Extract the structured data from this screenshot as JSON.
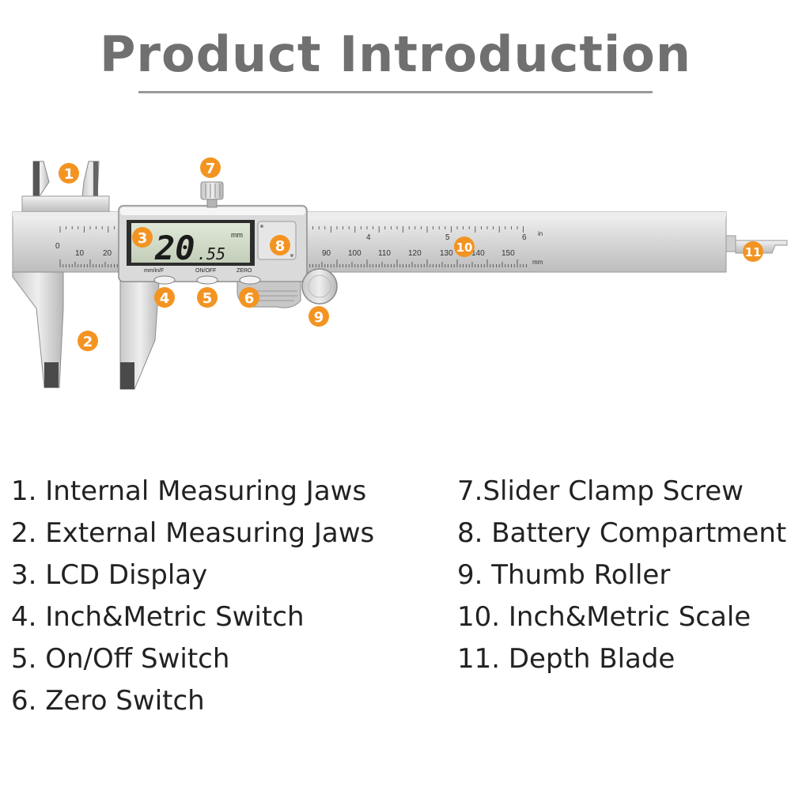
{
  "title": "Product Introduction",
  "accent_color": "#f39422",
  "caliper": {
    "lcd_reading": "20",
    "lcd_reading_decimals": ".55",
    "lcd_unit": "mm",
    "buttons": [
      "mm/in/F",
      "ON/OFF",
      "ZERO"
    ],
    "main_scale_mm": [
      "10",
      "20",
      "90",
      "100",
      "110",
      "120",
      "130",
      "140",
      "150"
    ],
    "main_scale_in": [
      "4",
      "5",
      "6"
    ],
    "scale_zero": "0",
    "unit_in": "in",
    "unit_mm": "mm"
  },
  "markers": [
    "1",
    "2",
    "3",
    "4",
    "5",
    "6",
    "7",
    "8",
    "9",
    "10",
    "11"
  ],
  "legend": {
    "left": [
      "1. Internal Measuring Jaws",
      "2. External Measuring Jaws",
      "3. LCD Display",
      "4. Inch&Metric  Switch",
      "5. On/Off Switch",
      "6. Zero Switch"
    ],
    "right": [
      "7.Slider Clamp Screw",
      "8. Battery Compartment",
      "9. Thumb Roller",
      "10. Inch&Metric Scale",
      "11. Depth Blade"
    ]
  }
}
